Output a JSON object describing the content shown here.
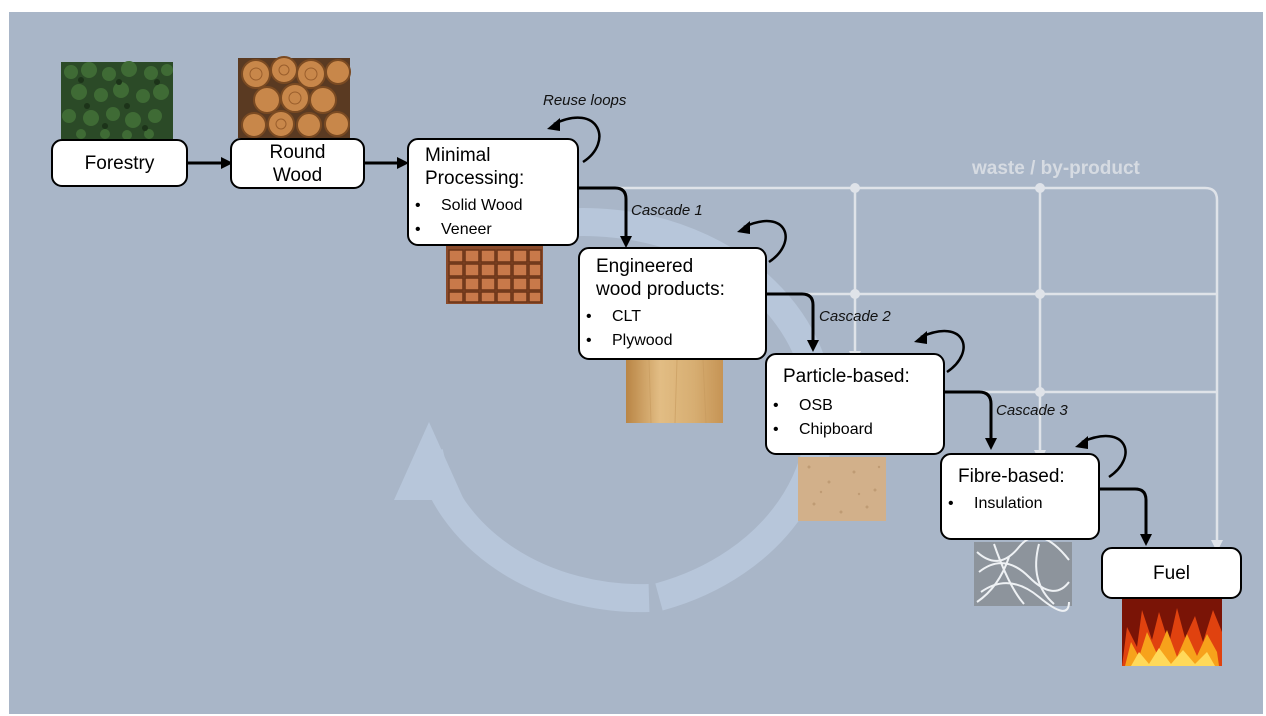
{
  "title_label": "waste / by-product",
  "reuse_label": "Reuse loops",
  "boxes": {
    "forestry": "Forestry",
    "round_wood": "Round\nWood",
    "minimal": {
      "title": "Minimal\nProcessing:",
      "items": [
        "Solid Wood",
        "Veneer"
      ]
    },
    "engineered": {
      "title": "Engineered\nwood products:",
      "items": [
        "CLT",
        "Plywood"
      ]
    },
    "particle": {
      "title": "Particle-based:",
      "items": [
        "OSB",
        "Chipboard"
      ]
    },
    "fibre": {
      "title": "Fibre-based:",
      "items": [
        "Insulation"
      ]
    },
    "fuel": "Fuel"
  },
  "cascades": [
    "Cascade 1",
    "Cascade 2",
    "Cascade 3"
  ],
  "images": [
    "forest-photo",
    "log-pile-photo",
    "lumber-stack-photo",
    "plywood-photo",
    "chipboard-photo",
    "insulation-fibre-photo",
    "fire-photo"
  ],
  "colors": {
    "background": "#a9b6c8",
    "waste_line": "#d6dbe2",
    "cycle_arrow": "#b7c6da",
    "box": "#ffffff",
    "arrow": "#000000"
  }
}
